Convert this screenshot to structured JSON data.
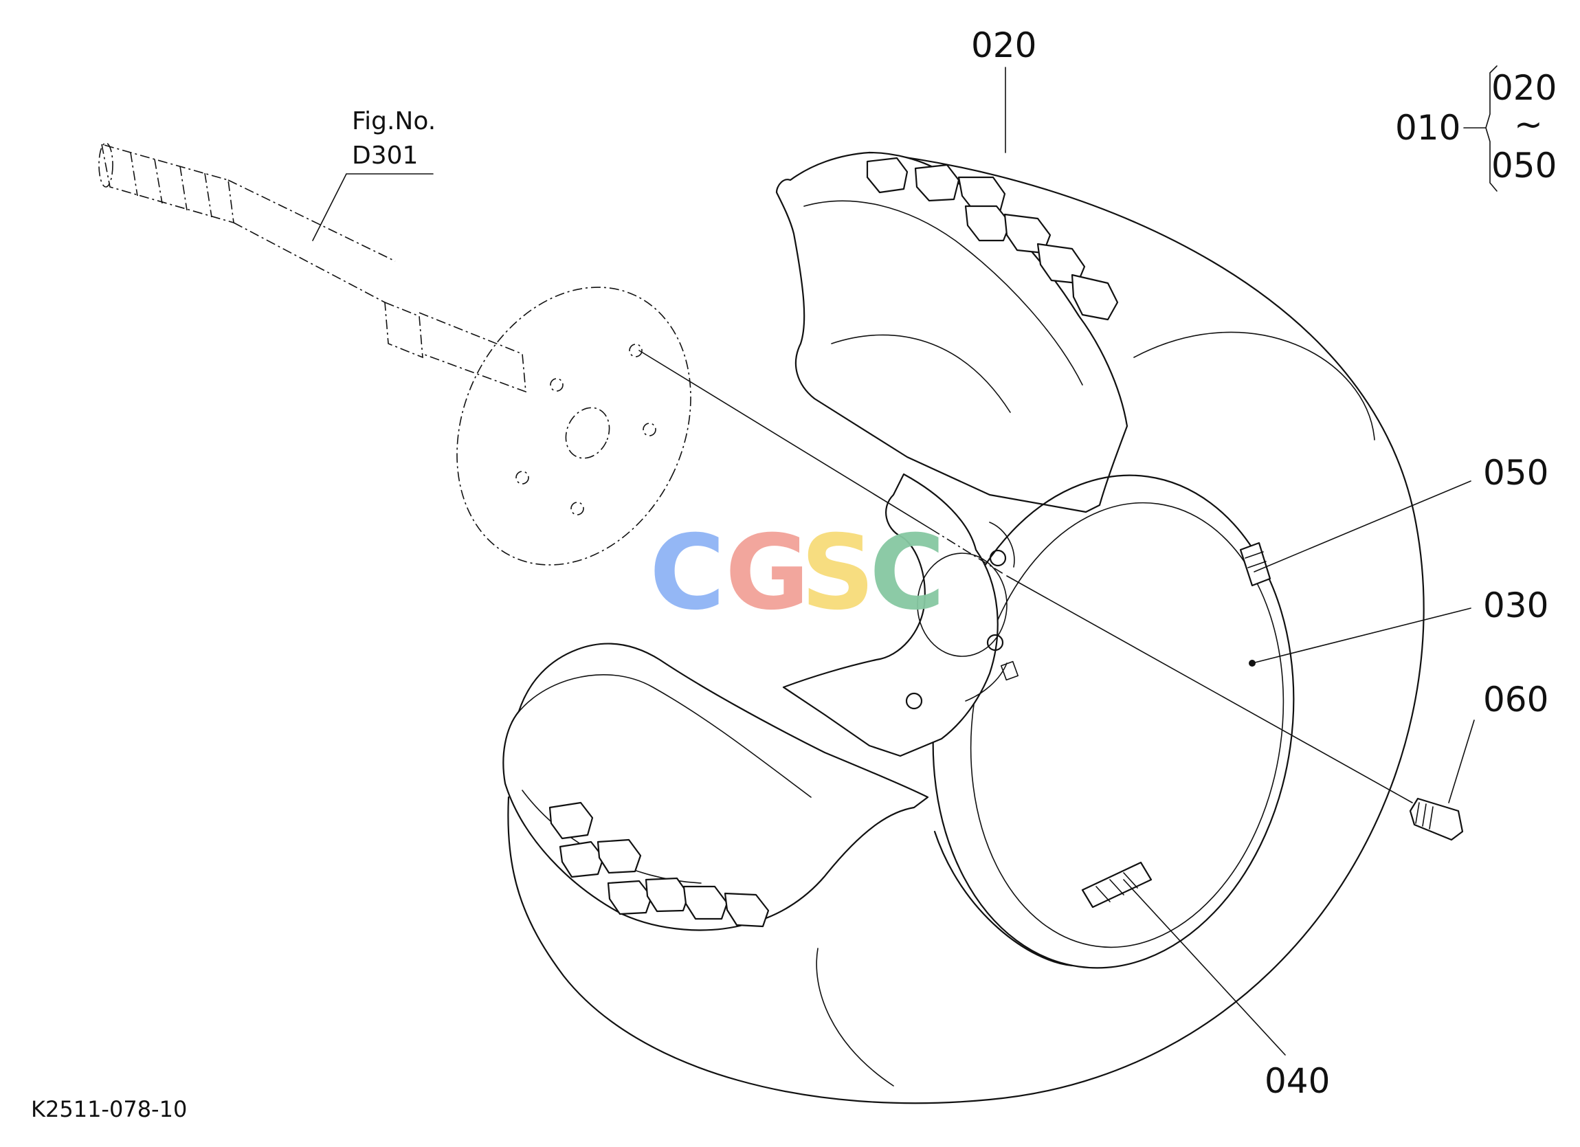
{
  "labels": {
    "fig_no": "Fig.No.",
    "fig_ref": "D301",
    "part_020": "020",
    "part_010": "010",
    "bracket_top": "020",
    "bracket_sep": "~",
    "bracket_bottom": "050",
    "part_050": "050",
    "part_030": "030",
    "part_060": "060",
    "part_040": "040",
    "drawing_code": "K2511-078-10"
  },
  "watermark": {
    "letters": [
      "C",
      "G",
      "S",
      "C"
    ],
    "colors": [
      "#8fb4f5",
      "#f2a298",
      "#f7dc7a",
      "#86c8a2"
    ]
  }
}
